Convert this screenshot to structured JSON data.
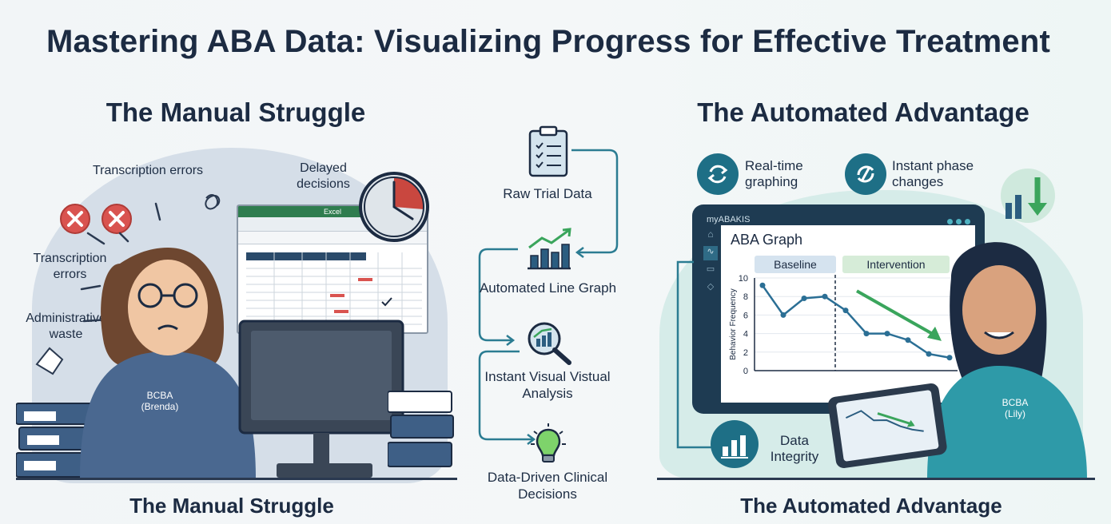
{
  "title": "Mastering ABA Data: Visualizing Progress for Effective Treatment",
  "left": {
    "heading": "The Manual Struggle",
    "footer": "The Manual Struggle",
    "labels": {
      "transcription_top": "Transcription errors",
      "transcription_mid": "Transcription errors",
      "admin_waste": "Administrative waste",
      "delayed": "Delayed decisions"
    },
    "person_badge": [
      "BCBA",
      "(Brenda)"
    ],
    "spreadsheet_title": "Excel"
  },
  "center": {
    "steps": [
      {
        "label": "Raw Trial Data",
        "icon": "clipboard-icon"
      },
      {
        "label": "Automated Line Graph",
        "icon": "bar-chart-up-icon"
      },
      {
        "label": "Instant Visual Vistual Analysis",
        "icon": "magnifier-chart-icon"
      },
      {
        "label": "Data-Driven Clinical Decisions",
        "icon": "lightbulb-icon"
      }
    ]
  },
  "right": {
    "heading": "The Automated Advantage",
    "footer": "The Automated Advantage",
    "features": {
      "realtime": "Real-time graphing",
      "phase": "Instant phase changes",
      "integrity": "Data Integrity"
    },
    "app_name": "myABAKIS",
    "graph_title": "ABA Graph",
    "phase_baseline": "Baseline",
    "phase_intervention": "Intervention",
    "y_axis_label": "Behavior Frequency",
    "y_ticks": [
      "10",
      "8",
      "6",
      "4",
      "2",
      "0"
    ],
    "person_badge": [
      "BCBA",
      "(Lily)"
    ]
  },
  "chart_data": {
    "type": "line",
    "title": "ABA Graph",
    "ylabel": "Behavior Frequency",
    "ylim": [
      0,
      10
    ],
    "phases": [
      "Baseline",
      "Intervention"
    ],
    "x": [
      1,
      2,
      3,
      4,
      5,
      6,
      7,
      8,
      9,
      10
    ],
    "values": [
      9.2,
      6.0,
      7.8,
      8.0,
      6.5,
      4.0,
      4.0,
      3.3,
      1.8,
      1.4
    ],
    "phase_change_after": 4
  },
  "colors": {
    "accent": "#1e6f86",
    "green": "#3aa55c",
    "red": "#d9534f",
    "text": "#1c2b42"
  }
}
